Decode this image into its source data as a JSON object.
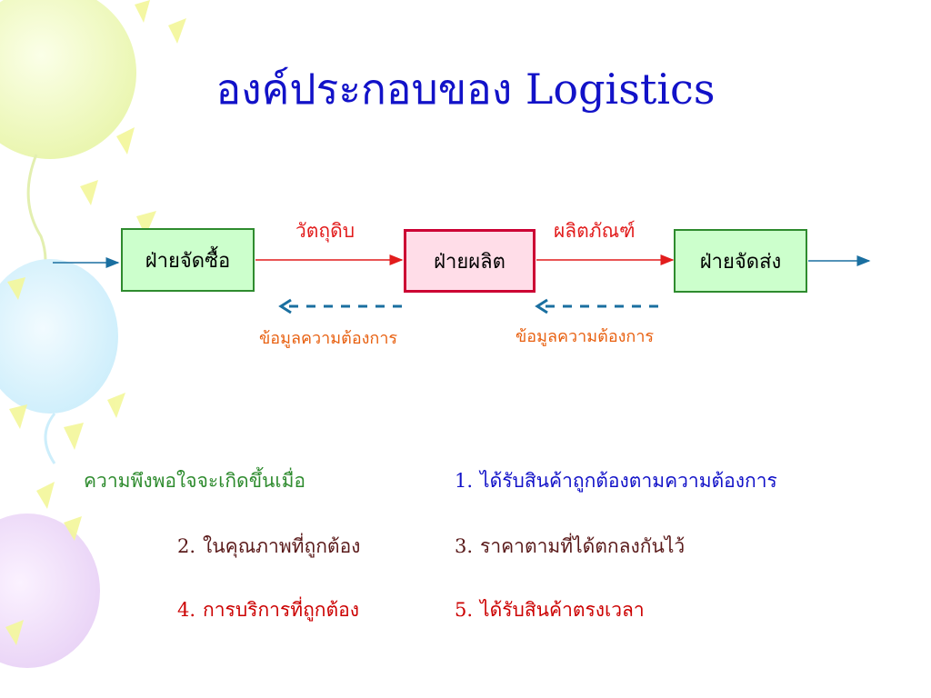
{
  "title": "องค์ประกอบของ Logistics",
  "colors": {
    "title": "#1212c8",
    "box_fill_green": "#ccffcc",
    "box_border_green": "#2e8b2e",
    "box_fill_pink": "#ffdde8",
    "box_border_pink": "#cc0033",
    "flow_line": "#e21c1c",
    "info_arrow": "#1a6fa0",
    "info_label": "#e86010",
    "criteria_green": "#2e8b2e",
    "criteria_red": "#cc0000",
    "criteria_blue": "#1212c8",
    "criteria_dark": "#5a1a1a"
  },
  "diagram": {
    "boxes": [
      {
        "label": "ฝ่ายจัดซื้อ"
      },
      {
        "label": "ฝ่ายผลิต"
      },
      {
        "label": "ฝ่ายจัดส่ง"
      }
    ],
    "flow_labels": [
      "วัตถุดิบ",
      "ผลิตภัณฑ์"
    ],
    "info_labels": [
      "ข้อมูลความต้องการ",
      "ข้อมูลความต้องการ"
    ]
  },
  "criteria": {
    "intro": "ความพึงพอใจจะเกิดขึ้นเมื่อ",
    "items": [
      {
        "num": "1.",
        "text": "ได้รับสินค้าถูกต้องตามความต้องการ"
      },
      {
        "num": "2.",
        "text": "ในคุณภาพที่ถูกต้อง"
      },
      {
        "num": "3.",
        "text": "ราคาตามที่ได้ตกลงกันไว้"
      },
      {
        "num": "4.",
        "text": "การบริการที่ถูกต้อง"
      },
      {
        "num": "5.",
        "text": "ได้รับสินค้าตรงเวลา"
      }
    ]
  }
}
